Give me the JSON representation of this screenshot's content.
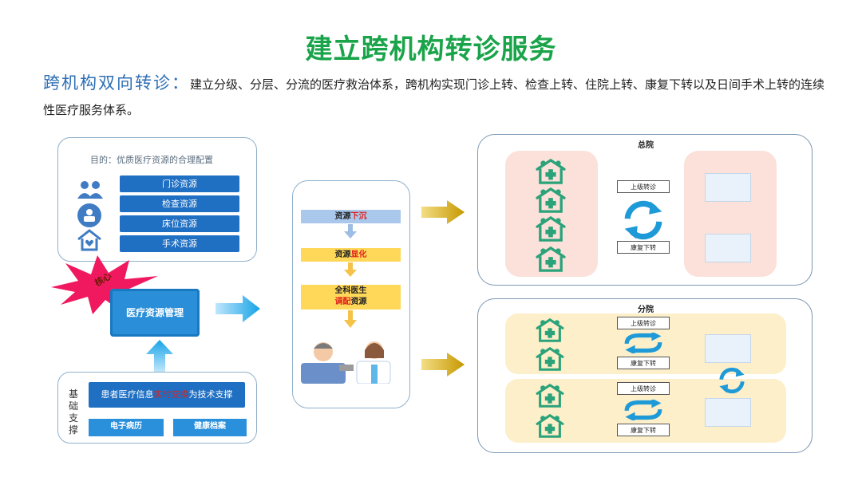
{
  "title": "建立跨机构转诊服务",
  "intro": {
    "lead": "跨机构双向转诊：",
    "text": "建立分级、分层、分流的医疗救治体系，跨机构实现门诊上转、检查上转、住院上转、康复下转以及日间手术上转的连续性医疗服务体系。"
  },
  "goal_panel": {
    "goal": "目的：优质医疗资源的合理配置",
    "resources": [
      "门诊资源",
      "检查资源",
      "床位资源",
      "手术资源"
    ],
    "icons": [
      "people-group-icon",
      "bed-icon",
      "heart-house-icon"
    ]
  },
  "core": {
    "badge": "核心",
    "label": "医疗资源管理"
  },
  "base_panel": {
    "side_chars": [
      "基",
      "础",
      "支",
      "撑"
    ],
    "main_pre": "患者医疗信息",
    "main_highlight": "实时交换",
    "main_post": "为技术支撑",
    "items": [
      "电子病历",
      "健康档案"
    ]
  },
  "flow": {
    "step1_a": "资源",
    "step1_b": "下沉",
    "step2_a": "资源",
    "step2_b": "显化",
    "step3_line1": "全科医生",
    "step3_b": "调配",
    "step3_c": "资源",
    "highlight_color": "#e0211b"
  },
  "general_hospital": {
    "label": "总院",
    "up": "上级转诊",
    "down": "康复下转"
  },
  "branch_hospital": {
    "label": "分院",
    "rows": [
      {
        "up": "上级转诊",
        "down": "康复下转"
      },
      {
        "up": "上级转诊",
        "down": "康复下转"
      }
    ]
  },
  "colors": {
    "title": "#1aa44a",
    "lead": "#2e6fb5",
    "resource_bar": "#1f6fc3",
    "badge": "#f0195f",
    "arrow_gold": "#c69800",
    "hospital_icon": "#2aa27a",
    "cycle": "#1f9ad8",
    "general_bg": "#fbe1d9",
    "branch_bg": "#fcefc9"
  }
}
